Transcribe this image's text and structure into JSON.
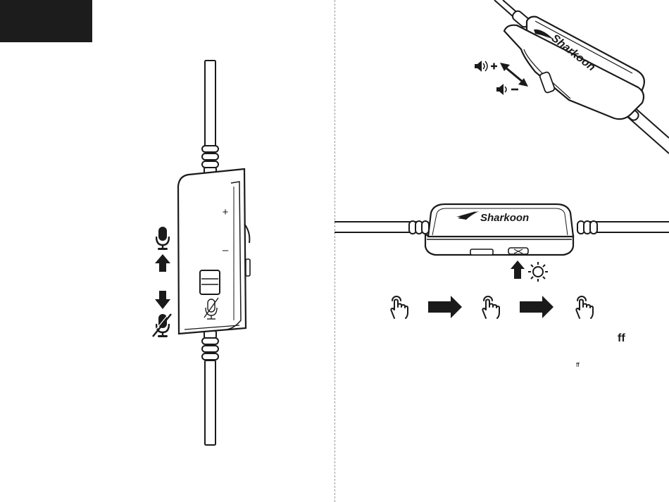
{
  "brand": {
    "logo_text": "Sharkoon"
  },
  "remote_left": {
    "plus_symbol": "+",
    "minus_symbol": "–"
  },
  "fragments": {
    "ff_large": "ff",
    "ff_small": "ff"
  },
  "icons": {
    "mic_on": "microphone-icon",
    "mic_muted": "microphone-muted-icon",
    "arrow_up": "arrow-up-icon",
    "arrow_down": "arrow-down-icon",
    "volume_up": "speaker-plus-icon",
    "volume_down": "speaker-minus-icon",
    "led": "sun-icon",
    "tap": "tap-hand-icon",
    "next": "arrow-right-icon"
  },
  "colors": {
    "ink": "#1a1a1a",
    "tab": "#1c1c1c",
    "divider": "#9a9a9a"
  }
}
